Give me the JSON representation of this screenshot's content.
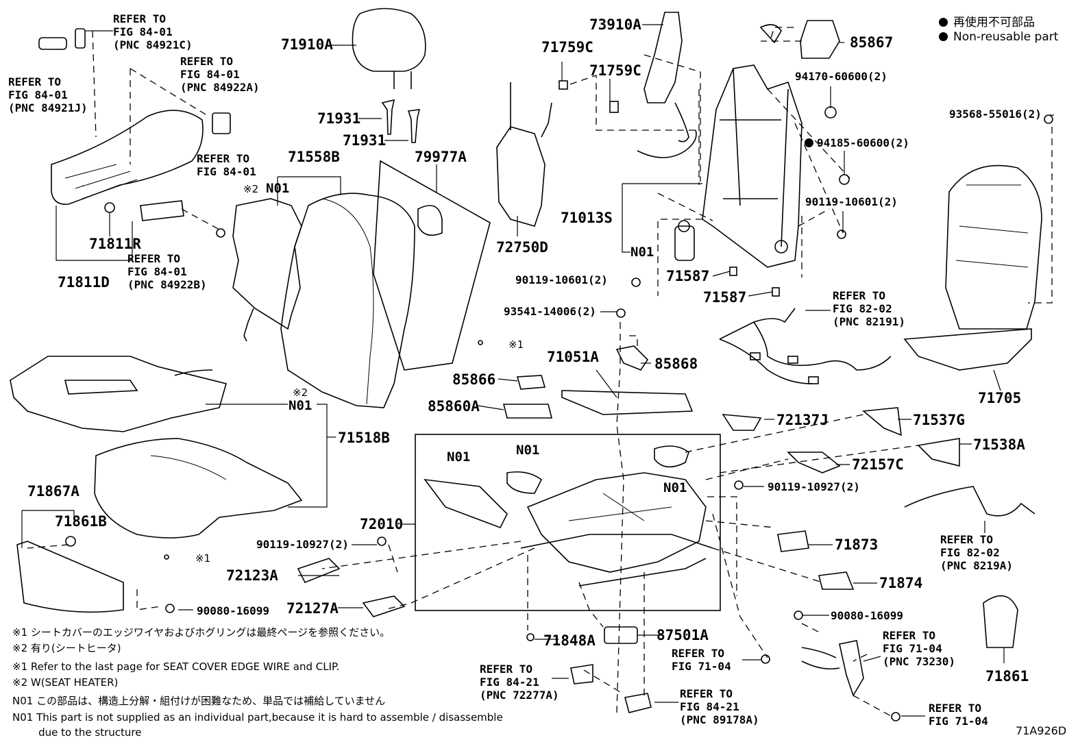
{
  "legend": {
    "jp": "再使用不可部品",
    "en": "Non-reusable part"
  },
  "parts": {
    "p71910A": "71910A",
    "p71931a": "71931",
    "p71931b": "71931",
    "p71558B": "71558B",
    "p79977A": "79977A",
    "p71811R": "71811R",
    "p71811D": "71811D",
    "p71759Ca": "71759C",
    "p71759Cb": "71759C",
    "p73910A": "73910A",
    "p72750D": "72750D",
    "p71013S": "71013S",
    "p85867": "85867",
    "p94170": "94170-60600(2)",
    "p94185": "94185-60600(2)",
    "p90119a": "90119-10601(2)",
    "p90119b": "90119-10601(2)",
    "p93568": "93568-55016(2)",
    "p71587a": "71587",
    "p71587b": "71587",
    "p93541": "93541-14006(2)",
    "p85868": "85868",
    "p71051A": "71051A",
    "p85866": "85866",
    "p85860A": "85860A",
    "p71705": "71705",
    "p72137J": "72137J",
    "p71537G": "71537G",
    "p71538A": "71538A",
    "p72157C": "72157C",
    "p90119c": "90119-10927(2)",
    "p90119d": "90119-10927(2)",
    "p71518B": "71518B",
    "p71867A": "71867A",
    "p71861B": "71861B",
    "p72010": "72010",
    "p72123A": "72123A",
    "p72127A": "72127A",
    "p90080a": "90080-16099",
    "p90080b": "90080-16099",
    "p71873": "71873",
    "p71874": "71874",
    "p71848A": "71848A",
    "p87501A": "87501A",
    "p71861": "71861"
  },
  "n01": {
    "a": "N01",
    "b": "N01",
    "c": "N01",
    "d": "N01",
    "e": "N01",
    "f": "N01"
  },
  "marks": {
    "x2a": "※2",
    "x2b": "※2",
    "x1a": "※1",
    "x1b": "※1"
  },
  "refs": {
    "r1": "REFER TO\nFIG 84-01\n(PNC 84921C)",
    "r2": "REFER TO\nFIG 84-01\n(PNC 84921J)",
    "r3": "REFER TO\nFIG 84-01\n(PNC 84922A)",
    "r4": "REFER TO\nFIG 84-01",
    "r5": "REFER TO\nFIG 84-01\n(PNC 84922B)",
    "r6": "REFER TO\nFIG 82-02\n(PNC 82191)",
    "r7": "REFER TO\nFIG 82-02\n(PNC 8219A)",
    "r8": "REFER TO\nFIG 71-04\n(PNC 73230)",
    "r9": "REFER TO\nFIG 71-04",
    "r10": "REFER TO\nFIG 84-21\n(PNC 72277A)",
    "r11": "REFER TO\nFIG 84-21\n(PNC 89178A)",
    "r12": "REFER TO\nFIG 71-04"
  },
  "notes": {
    "n1": "※1 シートカバーのエッジワイヤおよびホグリングは最終ページを参照ください。",
    "n2": "※2 有り(シートヒータ)",
    "n3": "※1   Refer to the last page for SEAT COVER EDGE WIRE and CLIP.",
    "n4": "※2   W(SEAT HEATER)",
    "n5": "N01  この部品は、構造上分解・組付けが困難なため、単品では補給していません",
    "n6": "N01  This part is not supplied as an individual part,because it is hard to assemble / disassemble",
    "n7": "        due to the structure"
  },
  "figure_id": "71A926D"
}
